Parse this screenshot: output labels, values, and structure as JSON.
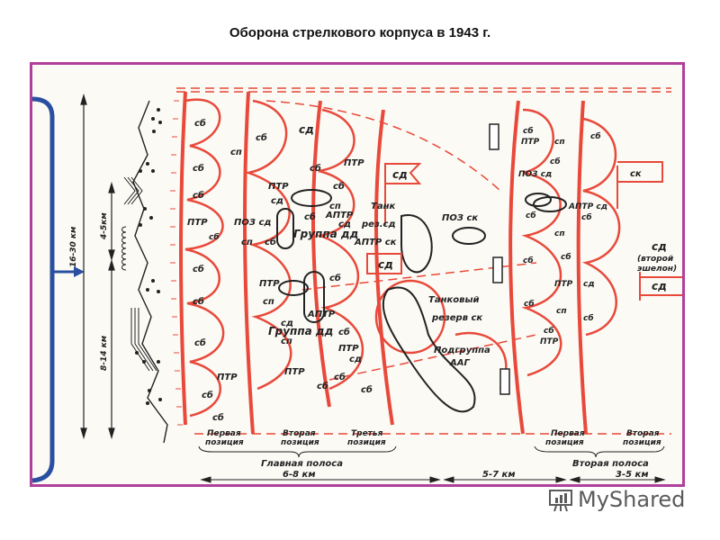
{
  "title": "Оборона стрелкового корпуса  в 1943 г.",
  "colors": {
    "frame_border": "#b0409a",
    "defense_lines": "#e8493a",
    "enemy_lines": "#222222",
    "depth_arrow": "#2a4fa0",
    "background": "#fbfaf5"
  },
  "depth_labels": {
    "total": "16-30 км",
    "forward": "4-5км",
    "main": "8-14 км"
  },
  "first_position": {
    "units": [
      "сб",
      "сп",
      "сб",
      "сб",
      "ПТР",
      "сб",
      "сб",
      "сб",
      "ПТР",
      "сб",
      "сб",
      "сб",
      "ПТР",
      "сб"
    ]
  },
  "second_position": {
    "units": [
      "сб",
      "сд",
      "сб",
      "ПТР",
      "сд",
      "ПОЗ сд",
      "сп",
      "сб",
      "сб",
      "ПТР",
      "сп",
      "сп",
      "ПТР",
      "сб"
    ],
    "group_label": "Группа дд",
    "group_label_2": "Группа дд",
    "aptr": "АПТР",
    "aptr_sd": "сд"
  },
  "third_position": {
    "units": [
      "ПТР",
      "сб",
      "сп",
      "АПТР",
      "сд",
      "сб",
      "сб",
      "сб",
      "ПТР",
      "сд",
      "сб"
    ],
    "flag_sd": "сд",
    "flag_sd_2": "сд",
    "tank_label": "Танк",
    "tank_res": "рез.сд",
    "aptr_sk": "АПТР ск",
    "poz_sk": "ПОЗ ск"
  },
  "corps_reserve": {
    "tank_reserve_1": "Танковый",
    "tank_reserve_2": "резерв ск",
    "aag_1": "Подгруппа",
    "aag_2": "ААГ"
  },
  "second_zone": {
    "units": [
      "сб",
      "ПТР",
      "сп",
      "сб",
      "сб",
      "ПОЗ сд",
      "АПТР сд",
      "сб",
      "сб",
      "сп",
      "сб",
      "сб",
      "ПТР",
      "сд",
      "сб",
      "сп",
      "сб",
      "сб",
      "ПТР"
    ],
    "flag_sk": "ск",
    "second_echelon_1": "сд",
    "second_echelon_2": "(второй",
    "second_echelon_3": "эшелон)",
    "flag_sd": "сд"
  },
  "legend_bottom": {
    "main_zone": {
      "pos1": [
        "Первая",
        "позиция"
      ],
      "pos2": [
        "Вторая",
        "позиция"
      ],
      "pos3": [
        "Третья",
        "позиция"
      ],
      "name": "Главная полоса",
      "width": "6-8 км"
    },
    "gap": "5-7 км",
    "second_zone": {
      "pos1": [
        "Первая",
        "позиция"
      ],
      "pos2": [
        "Вторая",
        "позиция"
      ],
      "name": "Вторая полоса",
      "width": "3-5 км"
    }
  },
  "watermark": {
    "text": "MyShared"
  }
}
